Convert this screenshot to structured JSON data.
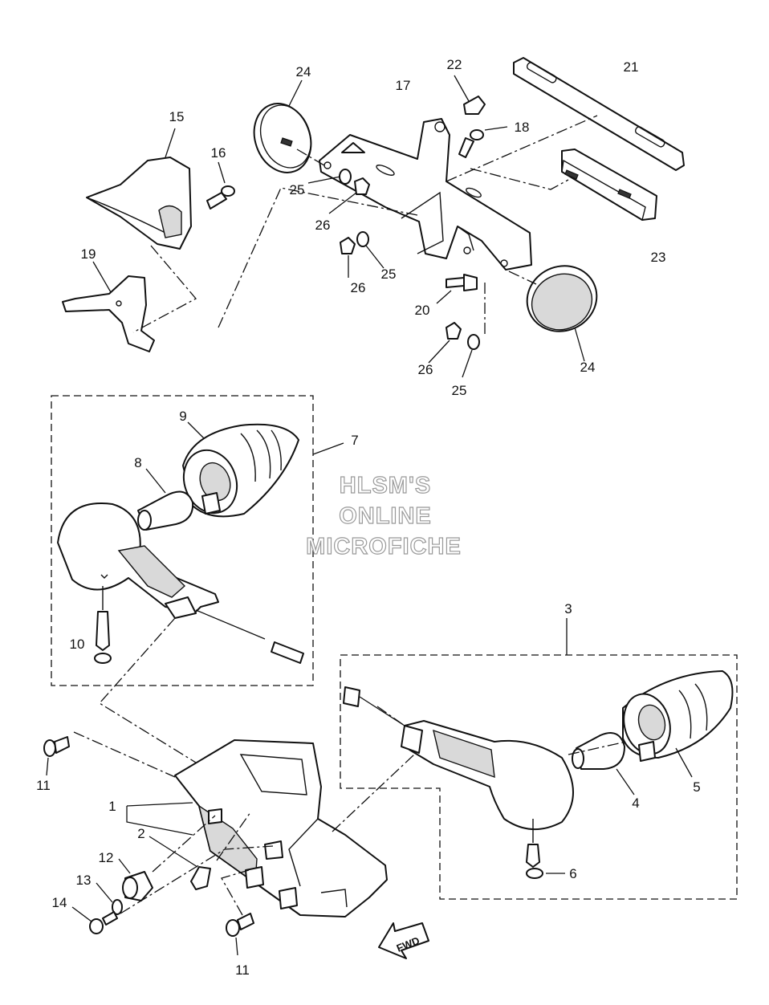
{
  "callouts": {
    "c1": "1",
    "c2": "2",
    "c3": "3",
    "c4": "4",
    "c5": "5",
    "c6": "6",
    "c7": "7",
    "c8": "8",
    "c9": "9",
    "c10": "10",
    "c11a": "11",
    "c11b": "11",
    "c12": "12",
    "c13": "13",
    "c14": "14",
    "c15": "15",
    "c16": "16",
    "c17": "17",
    "c18": "18",
    "c19": "19",
    "c20": "20",
    "c21": "21",
    "c22": "22",
    "c23": "23",
    "c24a": "24",
    "c24b": "24",
    "c25a": "25",
    "c25b": "25",
    "c25c": "25",
    "c26a": "26",
    "c26b": "26",
    "c26c": "26"
  },
  "watermark": {
    "line1": "HLSM'S",
    "line2": "ONLINE",
    "line3": "MICROFICHE"
  },
  "fwd_label": "FWD"
}
